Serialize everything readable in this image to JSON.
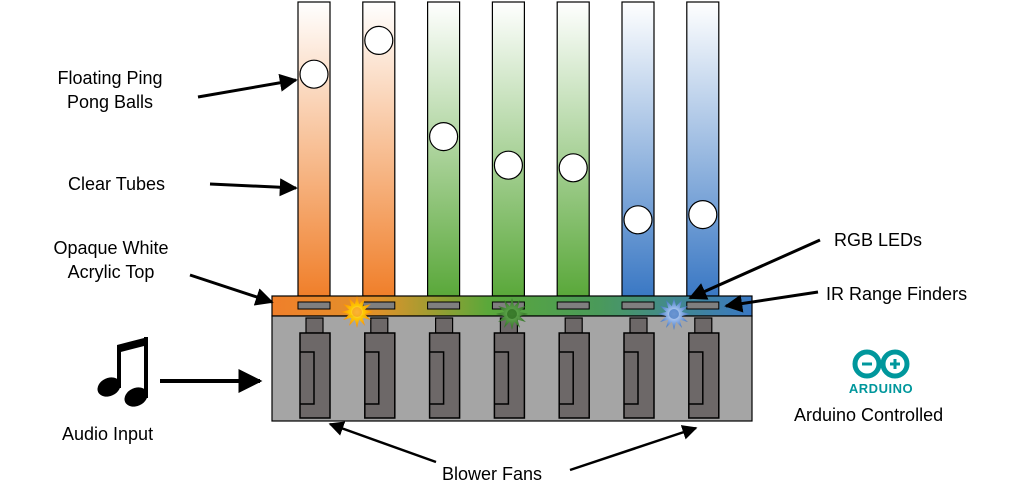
{
  "labels": {
    "balls": [
      "Floating Ping",
      "Pong Balls"
    ],
    "tubes": "Clear Tubes",
    "top": [
      "Opaque White",
      "Acrylic Top"
    ],
    "leds": "RGB LEDs",
    "ir": "IR Range Finders",
    "audio": "Audio Input",
    "fans": "Blower Fans",
    "arduino_logo": "ARDUINO",
    "arduino": "Arduino Controlled"
  },
  "tubes": [
    {
      "color": "#f07f2a",
      "ball_height": 0.83
    },
    {
      "color": "#f07f2a",
      "ball_height": 0.96
    },
    {
      "color": "#5aa83a",
      "ball_height": 0.59
    },
    {
      "color": "#5aa83a",
      "ball_height": 0.48
    },
    {
      "color": "#5aa83a",
      "ball_height": 0.47
    },
    {
      "color": "#3a78c4",
      "ball_height": 0.27
    },
    {
      "color": "#3a78c4",
      "ball_height": 0.29
    }
  ],
  "leds": [
    {
      "color": "#ffcc00",
      "core": "#f7a21b"
    },
    {
      "color": "#3f8a2e",
      "core": "#2f6f22"
    },
    {
      "color": "#7aa6e0",
      "core": "#4d7fc7"
    }
  ],
  "colors": {
    "base": "#a5a5a5",
    "fan": "#6d6868",
    "arduino": "#00979c",
    "top_gradient": [
      "#f07f2a",
      "#e0922a",
      "#5aa83a",
      "#4a9a5a",
      "#3a78c4"
    ]
  }
}
